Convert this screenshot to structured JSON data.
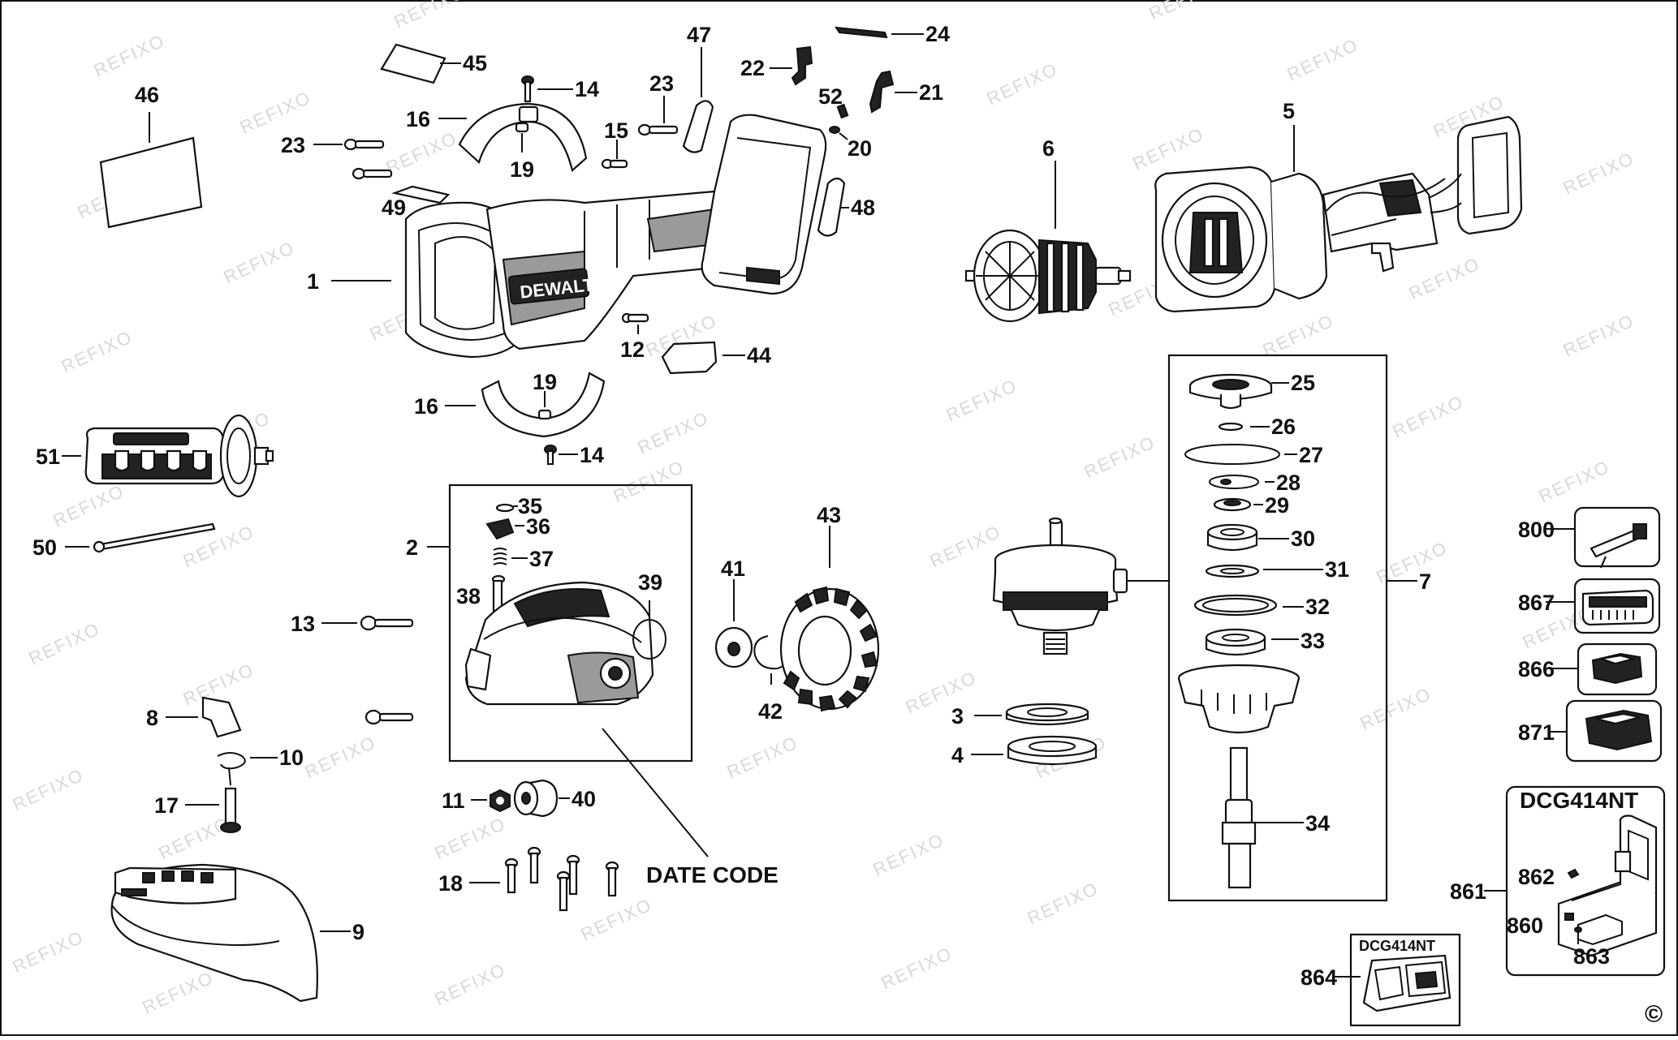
{
  "watermark": "REFIXO",
  "callouts": {
    "c1": "1",
    "c2": "2",
    "c3": "3",
    "c4": "4",
    "c5": "5",
    "c6": "6",
    "c7": "7",
    "c8": "8",
    "c9": "9",
    "c10": "10",
    "c11": "11",
    "c12": "12",
    "c13": "13",
    "c14a": "14",
    "c14b": "14",
    "c15": "15",
    "c16a": "16",
    "c16b": "16",
    "c17": "17",
    "c18": "18",
    "c19a": "19",
    "c19b": "19",
    "c20": "20",
    "c21": "21",
    "c22": "22",
    "c23a": "23",
    "c23b": "23",
    "c24": "24",
    "c25": "25",
    "c26": "26",
    "c27": "27",
    "c28": "28",
    "c29": "29",
    "c30": "30",
    "c31": "31",
    "c32": "32",
    "c33": "33",
    "c34": "34",
    "c35": "35",
    "c36": "36",
    "c37": "37",
    "c38": "38",
    "c39": "39",
    "c40": "40",
    "c41": "41",
    "c42": "42",
    "c43": "43",
    "c44": "44",
    "c45": "45",
    "c46": "46",
    "c47": "47",
    "c48": "48",
    "c49": "49",
    "c50": "50",
    "c51": "51",
    "c52": "52",
    "c800": "800",
    "c860": "860",
    "c861": "861",
    "c862": "862",
    "c863": "863",
    "c864": "864",
    "c866": "866",
    "c867": "867",
    "c871": "871"
  },
  "date_code_label": "DATE CODE",
  "kit_box_title": "DCG414NT",
  "kit_tray_title": "DCG414NT",
  "brand_logo": "DEWALT",
  "copyright_symbol": "©"
}
